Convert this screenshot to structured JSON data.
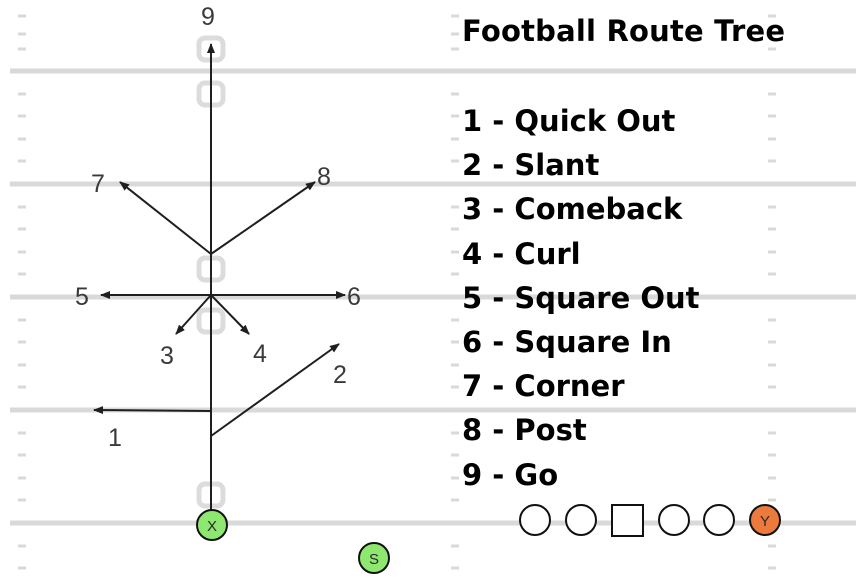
{
  "title": "Football Route Tree",
  "legend": [
    {
      "number": "1",
      "name": "Quick Out",
      "text": "1 - Quick Out"
    },
    {
      "number": "2",
      "name": "Slant",
      "text": "2 - Slant"
    },
    {
      "number": "3",
      "name": "Comeback",
      "text": "3 - Comeback"
    },
    {
      "number": "4",
      "name": "Curl",
      "text": "4 - Curl"
    },
    {
      "number": "5",
      "name": "Square Out",
      "text": "5 - Square Out"
    },
    {
      "number": "6",
      "name": "Square In",
      "text": "6 - Square In"
    },
    {
      "number": "7",
      "name": "Corner",
      "text": "7 - Corner"
    },
    {
      "number": "8",
      "name": "Post",
      "text": "8 - Post"
    },
    {
      "number": "9",
      "name": "Go",
      "text": "9 - Go"
    }
  ],
  "route_labels": {
    "r1": "1",
    "r2": "2",
    "r3": "3",
    "r4": "4",
    "r5": "5",
    "r6": "6",
    "r7": "7",
    "r8": "8",
    "r9": "9"
  },
  "players": {
    "receiver": "X",
    "slot": "S",
    "tight_end": "Y"
  },
  "colors": {
    "field_line": "#d9d9d9",
    "route_line": "#1f1f1f",
    "receiver_fill": "#8ee86f",
    "tight_end_fill": "#ec7a3c"
  }
}
